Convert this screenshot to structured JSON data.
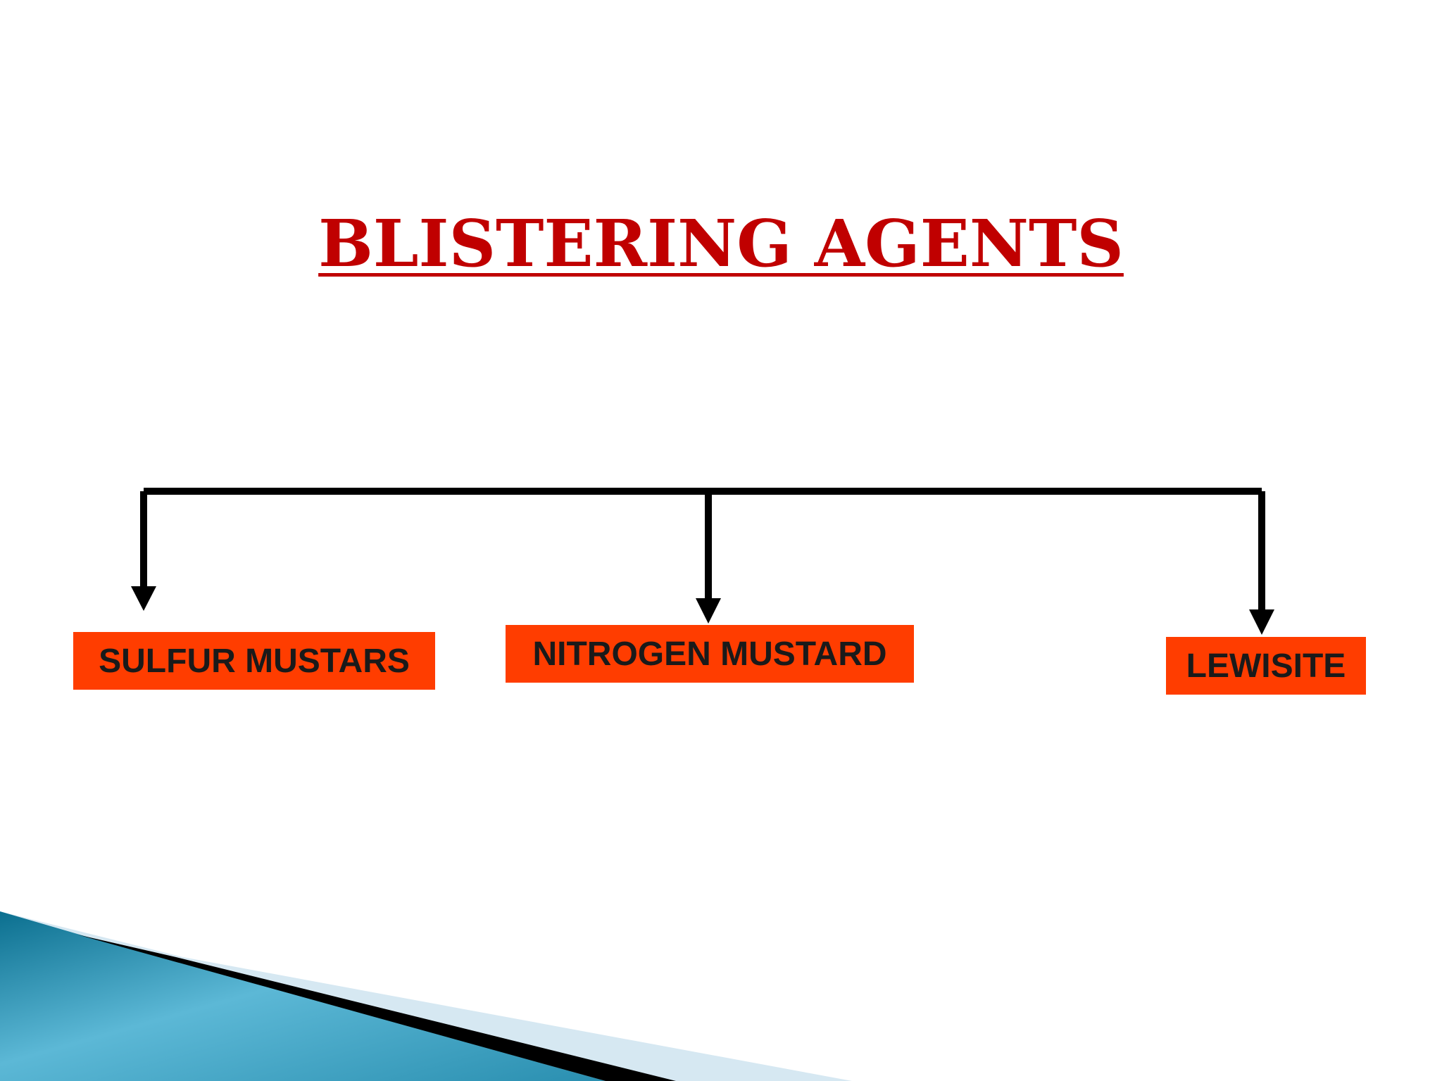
{
  "slide": {
    "title": "BLISTERING AGENTS",
    "title_color": "#c00000",
    "node_color": "#ff3d00",
    "connector_color": "#000000"
  },
  "diagram": {
    "root": "BLISTERING AGENTS",
    "children": [
      {
        "label": "SULFUR MUSTARS"
      },
      {
        "label": "NITROGEN MUSTARD"
      },
      {
        "label": "LEWISITE"
      }
    ]
  },
  "decoration": {
    "corner_accent_colors": [
      "#0b6f8f",
      "#5cb8d6",
      "#d6e8f2",
      "#000000"
    ]
  }
}
